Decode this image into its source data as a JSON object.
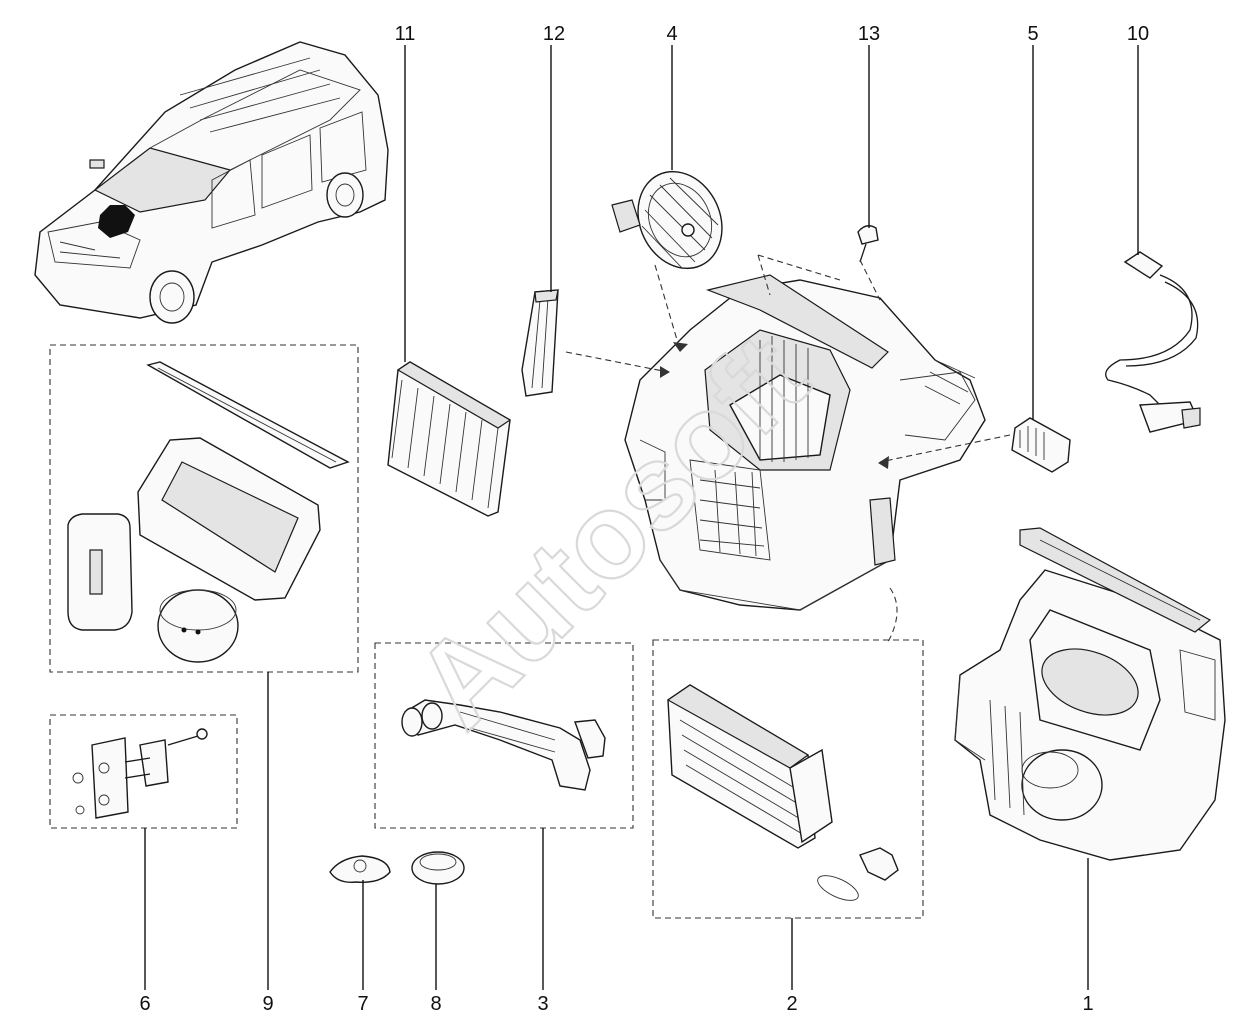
{
  "watermark": "Autosoft",
  "callouts": {
    "c1": "1",
    "c2": "2",
    "c3": "3",
    "c4": "4",
    "c5": "5",
    "c6": "6",
    "c7": "7",
    "c8": "8",
    "c9": "9",
    "c10": "10",
    "c11": "11",
    "c12": "12",
    "c13": "13"
  },
  "icons": [
    "vehicle-overview-icon",
    "heater-housing-icon",
    "blower-fan-icon",
    "cabin-filter-icon"
  ]
}
